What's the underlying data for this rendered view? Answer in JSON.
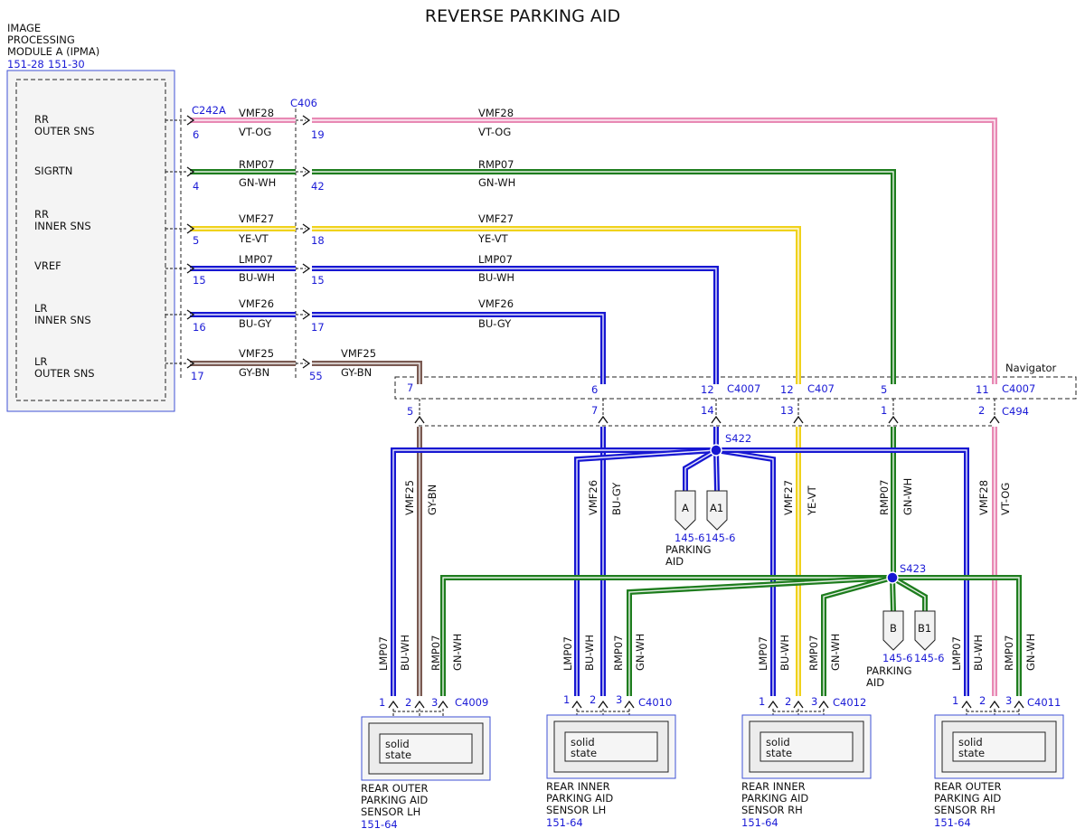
{
  "title": "REVERSE PARKING AID",
  "module": {
    "line1": "IMAGE",
    "line2": "PROCESSING",
    "line3": "MODULE A (IPMA)",
    "ref1": "151-28",
    "ref2": "151-30",
    "pins": [
      {
        "l1": "RR",
        "l2": "OUTER SNS"
      },
      {
        "l1": "SIGRTN",
        "l2": ""
      },
      {
        "l1": "RR",
        "l2": "INNER SNS"
      },
      {
        "l1": "VREF",
        "l2": ""
      },
      {
        "l1": "LR",
        "l2": "INNER SNS"
      },
      {
        "l1": "LR",
        "l2": "OUTER SNS"
      }
    ]
  },
  "connectors": {
    "c242a": "C242A",
    "c406": "C406",
    "c4007": "C4007",
    "c407": "C407",
    "c4007b": "C4007",
    "c494": "C494",
    "c4009": "C4009",
    "c4010": "C4010",
    "c4012": "C4012",
    "c4011": "C4011"
  },
  "colors": {
    "pink": "#e889b4",
    "green": "#1e7d1e",
    "yellow": "#f0d21b",
    "blue": "#1717d2",
    "brown": "#7a5a52"
  },
  "circuits": [
    {
      "name": "VMF28",
      "color_code": "VT-OG",
      "pin_a": "6",
      "pin_b": "19"
    },
    {
      "name": "RMP07",
      "color_code": "GN-WH",
      "pin_a": "4",
      "pin_b": "42"
    },
    {
      "name": "VMF27",
      "color_code": "YE-VT",
      "pin_a": "5",
      "pin_b": "18"
    },
    {
      "name": "LMP07",
      "color_code": "BU-WH",
      "pin_a": "15",
      "pin_b": "15"
    },
    {
      "name": "VMF26",
      "color_code": "BU-GY",
      "pin_a": "16",
      "pin_b": "17"
    },
    {
      "name": "VMF25",
      "color_code": "GY-BN",
      "pin_a": "17",
      "pin_b": "55"
    }
  ],
  "navigator": "Navigator",
  "inline_pins": {
    "vmf25": {
      "top": "7",
      "bot": "5"
    },
    "vmf26": {
      "top": "6",
      "bot": "7"
    },
    "lmp07": {
      "top": "12",
      "bot": "14"
    },
    "vmf27": {
      "top": "12",
      "bot": "13"
    },
    "rmp07": {
      "top": "5",
      "bot": "1"
    },
    "vmf28": {
      "top": "11",
      "bot": "2"
    }
  },
  "splices": {
    "s422": "S422",
    "s423": "S423"
  },
  "pages": {
    "a": "A",
    "a1": "A1",
    "b": "B",
    "b1": "B1",
    "ref": "145-6",
    "label_l1": "PARKING",
    "label_l2": "AID"
  },
  "sensors": [
    {
      "l1": "REAR OUTER",
      "l2": "PARKING AID",
      "l3": "SENSOR LH",
      "ref": "151-64"
    },
    {
      "l1": "REAR INNER",
      "l2": "PARKING AID",
      "l3": "SENSOR LH",
      "ref": "151-64"
    },
    {
      "l1": "REAR INNER",
      "l2": "PARKING AID",
      "l3": "SENSOR RH",
      "ref": "151-64"
    },
    {
      "l1": "REAR OUTER",
      "l2": "PARKING AID",
      "l3": "SENSOR RH",
      "ref": "151-64"
    }
  ],
  "solid_state": {
    "l1": "solid",
    "l2": "state"
  },
  "sensor_pins": [
    "1",
    "2",
    "3"
  ],
  "drop_labels": {
    "lmp07": "LMP07",
    "buwh": "BU-WH",
    "rmp07": "RMP07",
    "gnwh": "GN-WH"
  }
}
